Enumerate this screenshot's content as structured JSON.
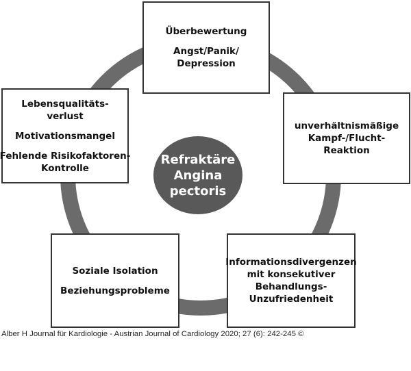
{
  "diagram": {
    "center": [
      "Refraktäre",
      "Angina",
      "pectoris"
    ],
    "boxes": {
      "top": [
        "Überbewertung",
        "Angst/Panik/",
        "Depression"
      ],
      "right_top": [
        "unverhältnismäßige",
        "Kampf-/Flucht-",
        "Reaktion"
      ],
      "right_bottom": [
        "Informationsdivergenzen",
        "mit konsekutiver",
        "Behandlungs-",
        "Unzufriedenheit"
      ],
      "left_bottom": [
        "Soziale Isolation",
        "Beziehungsprobleme"
      ],
      "left_top": [
        "Lebensqualitäts-",
        "verlust",
        "Motivationsmangel",
        "Fehlende Risikofaktoren-",
        "Kontrolle"
      ]
    },
    "colors": {
      "ring": "#6b6b6b",
      "center_fill": "#595959",
      "box_border": "#333333"
    }
  },
  "caption": "Alber H Journal für Kardiologie - Austrian Journal of Cardiology 2020; 27 (6): 242-245 ©"
}
